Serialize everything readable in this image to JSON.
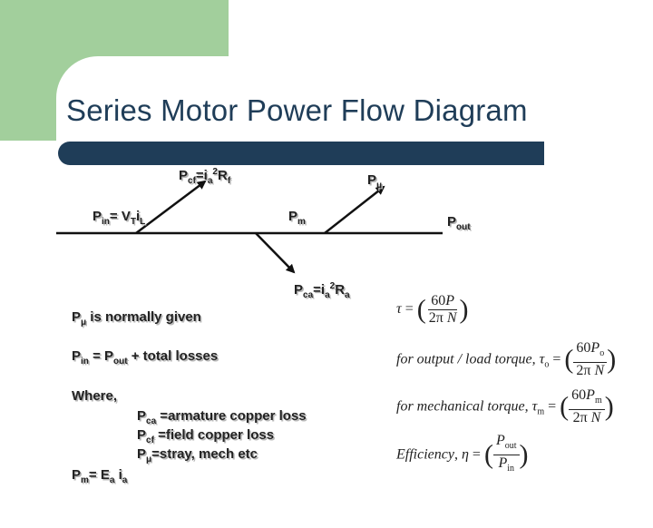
{
  "title": "Series Motor Power Flow Diagram",
  "flow": {
    "pin_main": "P",
    "pin_sub": "in",
    "pin_eq": "= V",
    "pin_vsub": "T",
    "pin_i": "i",
    "pin_isub": "L",
    "pcf_main": "P",
    "pcf_sub": "cf",
    "pcf_eq": "=i",
    "pcf_isub": "a",
    "pcf_sup": "2",
    "pcf_r": "R",
    "pcf_rsub": "f",
    "pmu_main": "P",
    "pmu_mu": "μ",
    "pm_main": "P",
    "pm_sub": "m",
    "pout_main": "P",
    "pout_sub": "out",
    "pca_main": "P",
    "pca_sub": "ca",
    "pca_eq": "=i",
    "pca_isub": "a",
    "pca_sup": "2",
    "pca_r": "R",
    "pca_rsub": "a"
  },
  "notes": {
    "line1_p": "P",
    "line1_mu": "μ",
    "line1_rest": " is normally given",
    "line2_p1": "P",
    "line2_sub1": "in",
    "line2_mid": " = P",
    "line2_sub2": "out",
    "line2_rest": " + total losses",
    "where": "Where,",
    "pca_p": "P",
    "pca_sub": "ca",
    "pca_rest": " =armature copper loss",
    "pcf_p": "P",
    "pcf_sub": "cf",
    "pcf_rest": " =field copper loss",
    "pmu_p": "P",
    "pmu_mu": "μ",
    "pmu_rest": "=stray, mech etc",
    "pm_p": "P",
    "pm_sub": "m",
    "pm_mid": "= E",
    "pm_esub": "a",
    "pm_i": " i",
    "pm_isub": "a"
  },
  "equations": {
    "tau": "τ",
    "eq": "=",
    "num_60p": "60",
    "num_p": "P",
    "den_2pi": "2π",
    "den_n": "N",
    "output_text": "for output / load torque",
    "comma": ",",
    "tau_o": "τ",
    "o_sub": "o",
    "po_sub": "o",
    "mech_text": "for mechanical torque",
    "m_sub": "m",
    "eff_text": "Efficiency",
    "eta": "η",
    "pout_sub": "out",
    "pin_sub": "in"
  },
  "colors": {
    "green": "#a2cf9c",
    "navy": "#1f3d58"
  }
}
